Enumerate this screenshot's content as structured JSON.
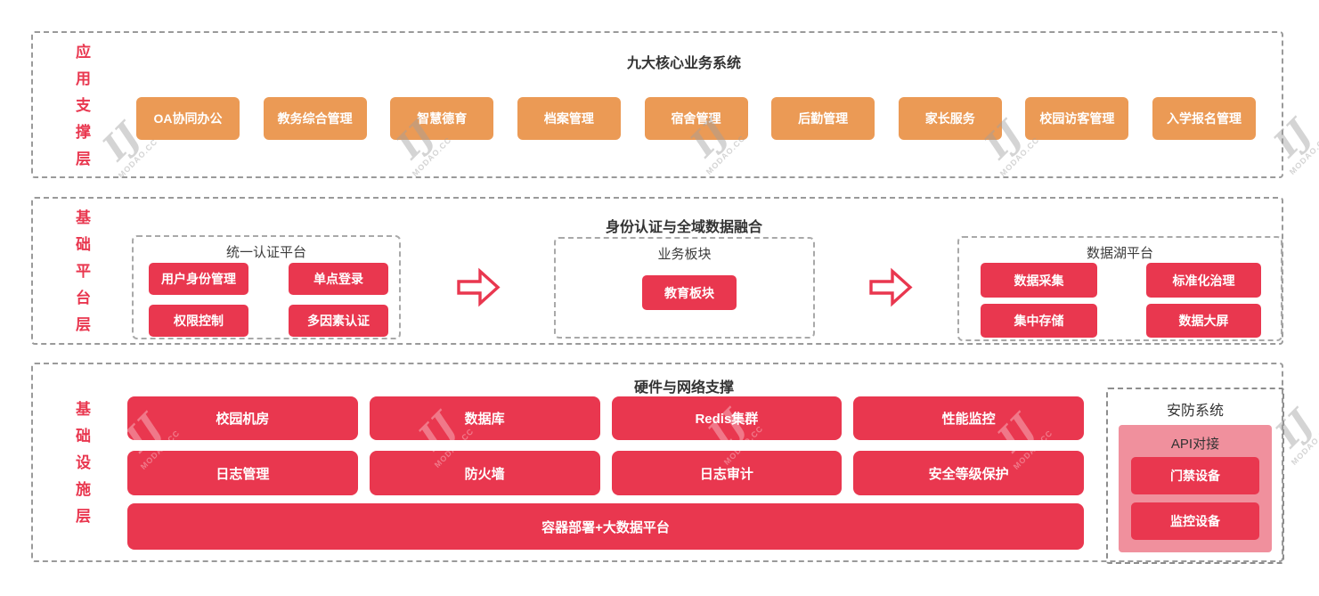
{
  "watermark": {
    "logo": "IJ",
    "text": "MODAO.CC"
  },
  "colors": {
    "accent_red": "#E9374F",
    "accent_orange": "#EB9A55",
    "panel_pink": "#F0909D",
    "dashed_border_gray": "#9a9a9a",
    "title_text": "#333333",
    "box_text": "#ffffff"
  },
  "layers": {
    "app": {
      "label": "应用支撑层",
      "title": "九大核心业务系统",
      "systems": [
        "OA协同办公",
        "教务综合管理",
        "智慧德育",
        "档案管理",
        "宿舍管理",
        "后勤管理",
        "家长服务",
        "校园访客管理",
        "入学报名管理"
      ]
    },
    "platform": {
      "label": "基础平台层",
      "title": "身份认证与全域数据融合",
      "auth": {
        "title": "统一认证平台",
        "items": [
          "用户身份管理",
          "单点登录",
          "权限控制",
          "多因素认证"
        ]
      },
      "business": {
        "title": "业务板块",
        "items": [
          "教育板块"
        ]
      },
      "datalake": {
        "title": "数据湖平台",
        "items": [
          "数据采集",
          "标准化治理",
          "集中存储",
          "数据大屏"
        ]
      }
    },
    "infra": {
      "label": "基础设施层",
      "title": "硬件与网络支撑",
      "row1": [
        "校园机房",
        "数据库",
        "Redis集群",
        "性能监控"
      ],
      "row2": [
        "日志管理",
        "防火墙",
        "日志审计",
        "安全等级保护"
      ],
      "wide": "容器部署+大数据平台",
      "security": {
        "title": "安防系统",
        "subtitle": "API对接",
        "items": [
          "门禁设备",
          "监控设备"
        ]
      }
    }
  }
}
